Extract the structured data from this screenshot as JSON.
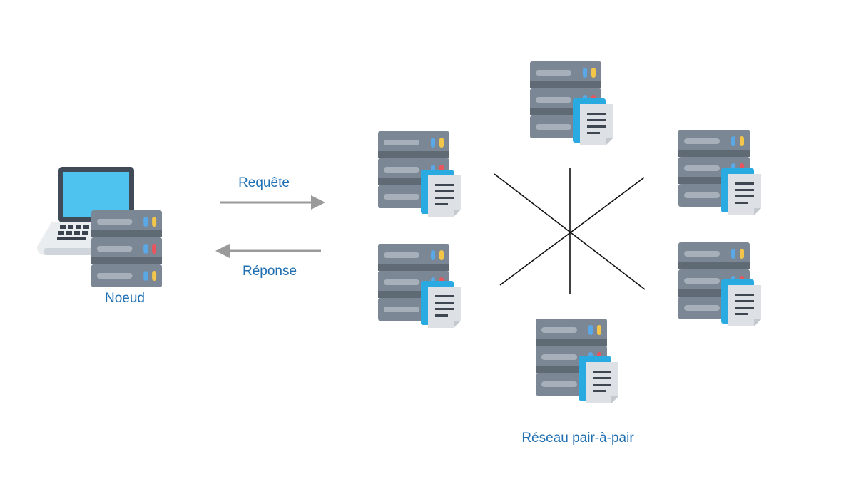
{
  "labels": {
    "node": "Noeud",
    "request": "Requête",
    "response": "Réponse",
    "network": "Réseau pair-à-pair"
  },
  "colors": {
    "label_blue": "#1f6fb2",
    "server_dark": "#68737f",
    "server_bay": "#7b8794",
    "server_slot": "#a7b0ba",
    "led_blue": "#5aa9e6",
    "led_yellow": "#f3c64a",
    "led_red": "#e9545d",
    "doc_blue": "#29abe2",
    "doc_gray": "#dde1e5",
    "laptop_screen": "#4fc3f0",
    "laptop_frame": "#414b57",
    "laptop_base": "#e9edf0",
    "arrow_gray": "#9a9a9a",
    "line_black": "#111111"
  },
  "icons": {
    "client": [
      "laptop-icon",
      "server-icon"
    ],
    "peers": [
      "server-with-document-icon"
    ]
  }
}
